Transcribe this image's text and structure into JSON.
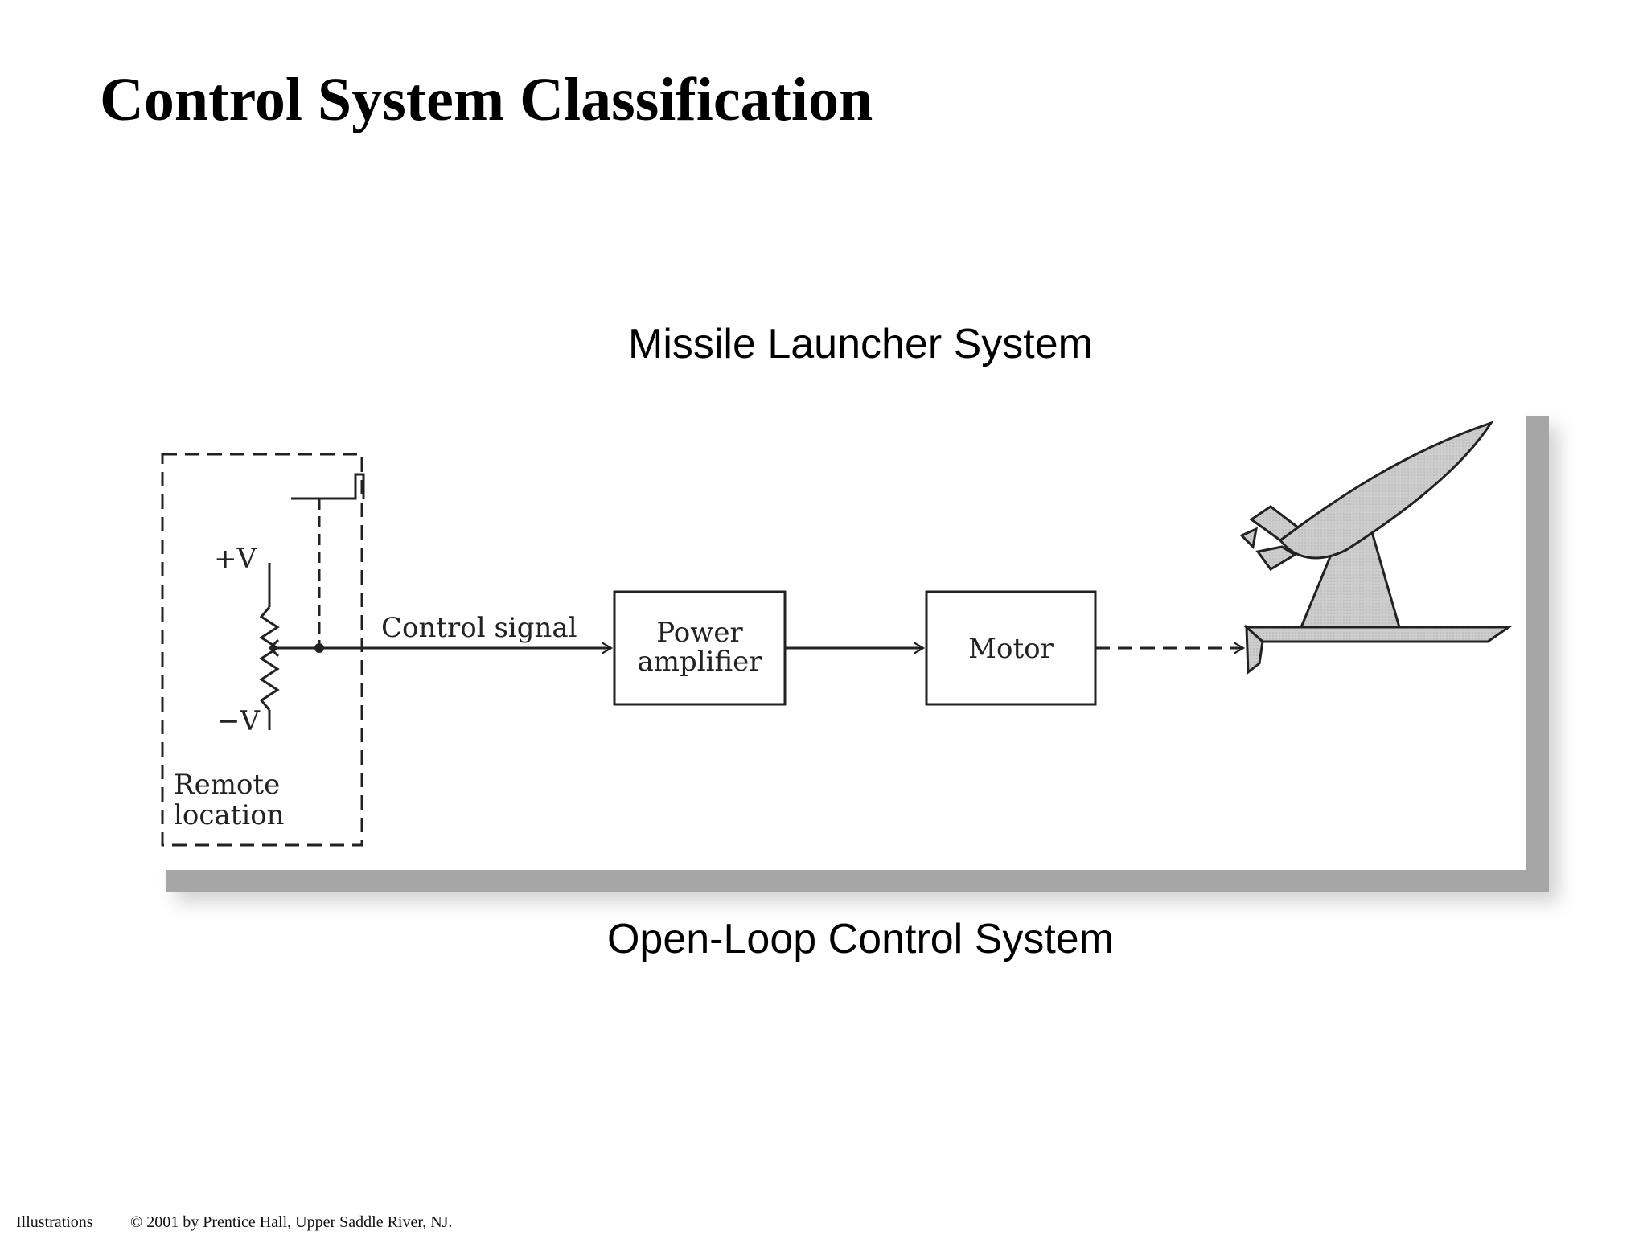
{
  "slide": {
    "title": "Control System Classification",
    "caption_top": "Missile Launcher System",
    "caption_bottom": "Open-Loop Control System"
  },
  "diagram": {
    "remote_location_line1": "Remote",
    "remote_location_line2": "location",
    "plus_v": "+V",
    "minus_v": "−V",
    "control_signal": "Control signal",
    "power_amplifier_line1": "Power",
    "power_amplifier_line2": "amplifier",
    "motor": "Motor"
  },
  "footer": {
    "left": "Illustrations",
    "right": "© 2001 by Prentice Hall, Upper Saddle River, NJ."
  },
  "colors": {
    "launcher_fill": "#c9c9c9",
    "shadow": "#a6a6a6"
  }
}
